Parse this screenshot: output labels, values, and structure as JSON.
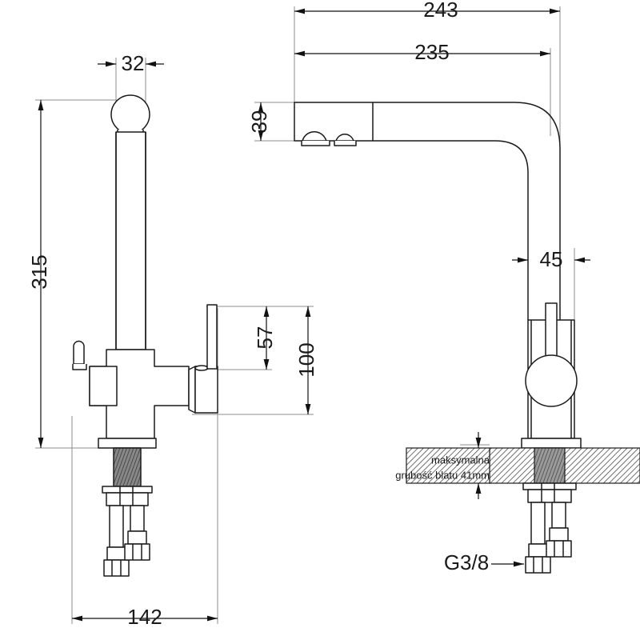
{
  "drawing": {
    "title": "Kitchen faucet dimensional drawing",
    "background_color": "#ffffff",
    "outline_color": "#1a1a1a",
    "extension_line_color": "#808080",
    "hatch_color": "#555555",
    "thread_color": "#5a5a5a"
  },
  "dimensions": {
    "spout_cap_width": "32",
    "total_height": "315",
    "spout_reach_outer": "243",
    "spout_reach_inner": "235",
    "spout_head_height": "39",
    "handle_height": "57",
    "handle_clearance": "100",
    "body_width": "45",
    "base_width": "142"
  },
  "notes": {
    "max_thickness_line1": "maksymalna",
    "max_thickness_line2": "grubość blatu 41mm",
    "thread_spec": "G3/8"
  },
  "views": {
    "front_view_name": "front-elevation",
    "side_view_name": "side-elevation"
  }
}
